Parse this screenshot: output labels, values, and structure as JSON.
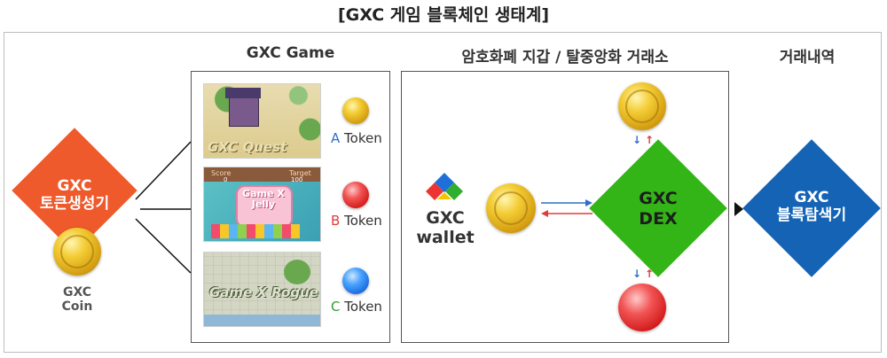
{
  "title": "[GXC 게임 블록체인 생태계]",
  "headings": {
    "game": "GXC Game",
    "wallet_dex": "암호화폐 지갑 / 탈중앙화 거래소",
    "history": "거래내역"
  },
  "generator": {
    "line1": "GXC",
    "line2": "토큰생성기"
  },
  "gxc_coin": {
    "line1": "GXC",
    "line2": "Coin"
  },
  "games": [
    {
      "title": "GXC Quest"
    },
    {
      "title": "Game X Jelly",
      "score_label": "Score",
      "target_label": "Target",
      "score_value": "0",
      "target_value": "100"
    },
    {
      "title": "Game X Rogue"
    }
  ],
  "tokens": [
    {
      "letter": "A",
      "word": "Token",
      "color": "#2f6fc8"
    },
    {
      "letter": "B",
      "word": "Token",
      "color": "#e23a3a"
    },
    {
      "letter": "C",
      "word": "Token",
      "color": "#2e9e2e"
    }
  ],
  "wallet": {
    "line1": "GXC",
    "line2": "wallet"
  },
  "dex": {
    "line1": "GXC",
    "line2": "DEX"
  },
  "explorer": {
    "line1": "GXC",
    "line2": "블록탐색기"
  },
  "colors": {
    "generator": "#ee5a2c",
    "dex": "#33b518",
    "explorer": "#1463b5"
  }
}
